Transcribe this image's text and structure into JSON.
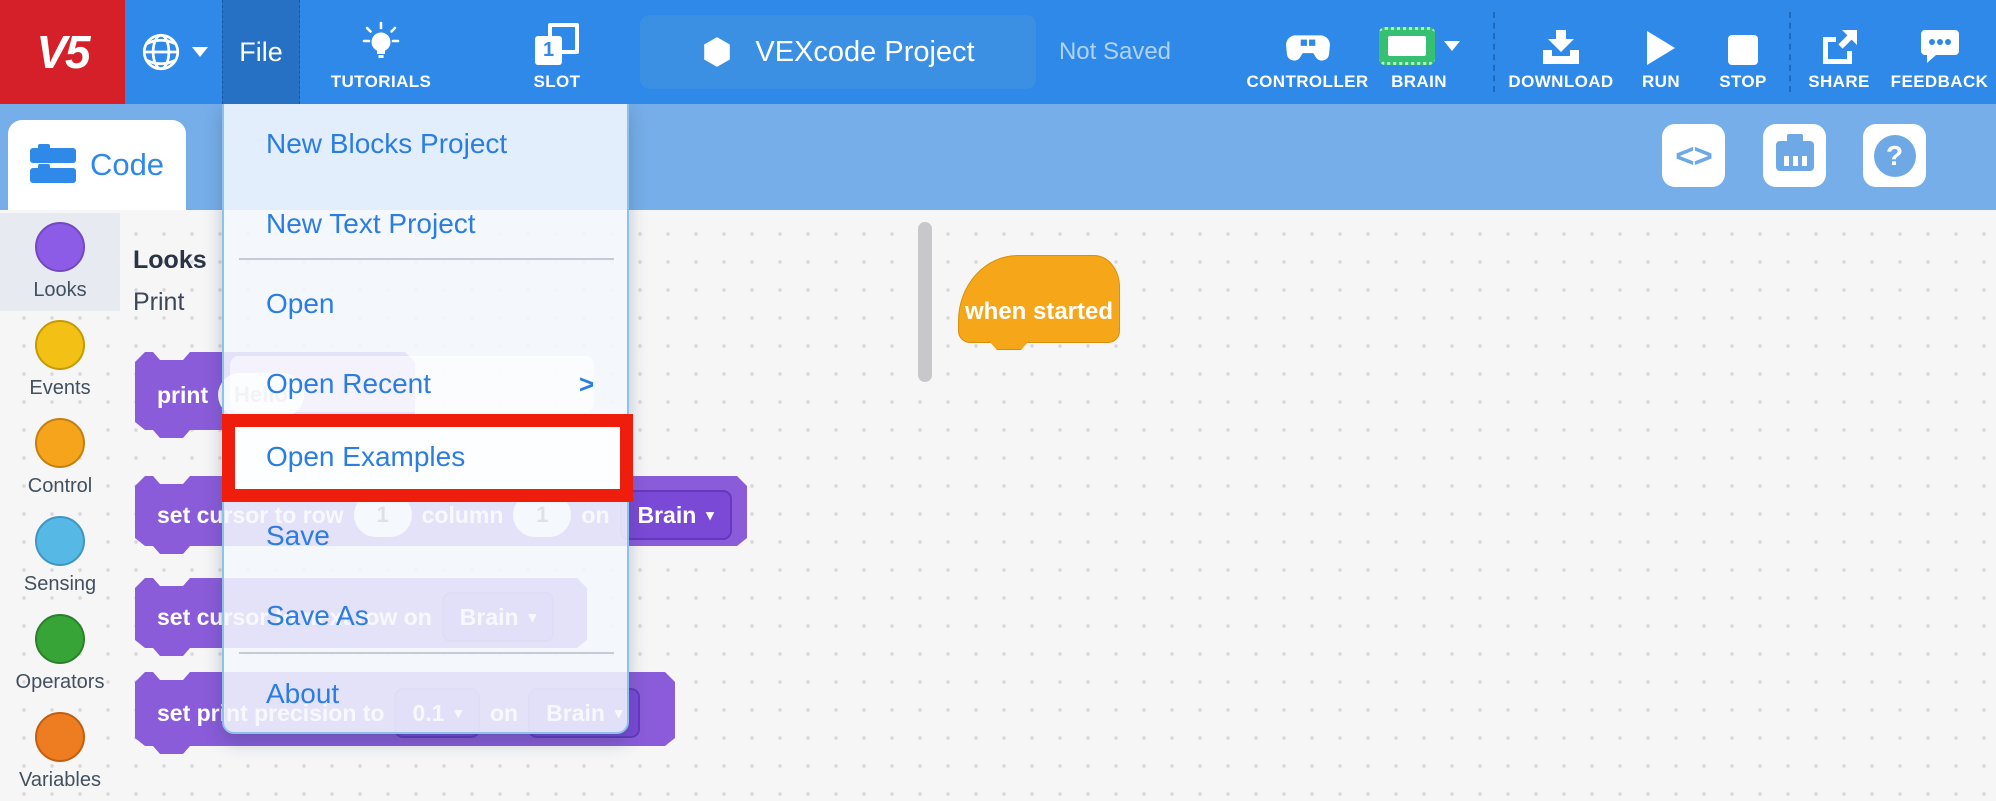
{
  "topbar": {
    "logo_text": "V5",
    "file_label": "File",
    "tutorials_label": "TUTORIALS",
    "slot_label": "SLOT",
    "slot_number": "1",
    "project_title": "VEXcode Project",
    "save_status": "Not Saved",
    "controller_label": "CONTROLLER",
    "brain_label": "BRAIN",
    "download_label": "DOWNLOAD",
    "run_label": "RUN",
    "stop_label": "STOP",
    "share_label": "SHARE",
    "feedback_label": "FEEDBACK"
  },
  "toolbar2": {
    "code_tab_label": "Code",
    "code_view_icon": "<>"
  },
  "file_menu": {
    "items": [
      {
        "type": "item",
        "label": "New Blocks Project"
      },
      {
        "type": "item",
        "label": "New Text Project"
      },
      {
        "type": "separator"
      },
      {
        "type": "item",
        "label": "Open"
      },
      {
        "type": "item",
        "label": "Open Recent",
        "submenu_arrow": ">",
        "hovered": true
      },
      {
        "type": "item",
        "label": "Open Examples",
        "highlighted": true
      },
      {
        "type": "item",
        "label": "Save"
      },
      {
        "type": "item",
        "label": "Save As"
      },
      {
        "type": "separator"
      },
      {
        "type": "item",
        "label": "About"
      }
    ]
  },
  "palette": {
    "selected_category": "Looks",
    "categories": [
      {
        "label": "Looks",
        "color": "#8c5ce6",
        "border": "#7448c2"
      },
      {
        "label": "Events",
        "color": "#f3c116",
        "border": "#c49a00"
      },
      {
        "label": "Control",
        "color": "#f5a41c",
        "border": "#c57f0e"
      },
      {
        "label": "Sensing",
        "color": "#56b8e4",
        "border": "#3e96c2"
      },
      {
        "label": "Operators",
        "color": "#36a436",
        "border": "#2a812a"
      },
      {
        "label": "Variables",
        "color": "#ee7d21",
        "border": "#c05f10"
      }
    ],
    "header": "Looks",
    "section": "Print",
    "blocks": [
      {
        "name": "print-block",
        "parts": [
          {
            "t": "label",
            "v": "print"
          },
          {
            "t": "oval",
            "v": "Hello"
          }
        ]
      },
      {
        "name": "set-cursor-row-column-block",
        "parts": [
          {
            "t": "label",
            "v": "set cursor to row"
          },
          {
            "t": "oval",
            "v": "1"
          },
          {
            "t": "label",
            "v": "column"
          },
          {
            "t": "oval",
            "v": "1"
          },
          {
            "t": "label",
            "v": "on"
          },
          {
            "t": "dropdown",
            "v": "Brain"
          }
        ]
      },
      {
        "name": "set-cursor-next-row-block",
        "parts": [
          {
            "t": "label",
            "v": "set cursor to next row on"
          },
          {
            "t": "dropdown",
            "v": "Brain"
          }
        ]
      },
      {
        "name": "set-print-precision-block",
        "parts": [
          {
            "t": "label",
            "v": "set print precision to"
          },
          {
            "t": "dropdown",
            "v": "0.1"
          },
          {
            "t": "label",
            "v": "on"
          },
          {
            "t": "dropdown",
            "v": "Brain"
          }
        ]
      }
    ]
  },
  "workspace": {
    "when_started_label": "when started"
  },
  "colors": {
    "topbar_blue": "#2e89e8",
    "file_active_blue": "#2671c4",
    "logo_red": "#d5202a",
    "subbar_blue": "#76aee9",
    "block_purple": "#8a5cd9",
    "dropdown_purple": "#7a4ad6",
    "hat_gold": "#f5a619",
    "menu_text_blue": "#2b7de1",
    "brain_icon_green": "#35c171",
    "highlight_red": "#ee1d0c"
  }
}
